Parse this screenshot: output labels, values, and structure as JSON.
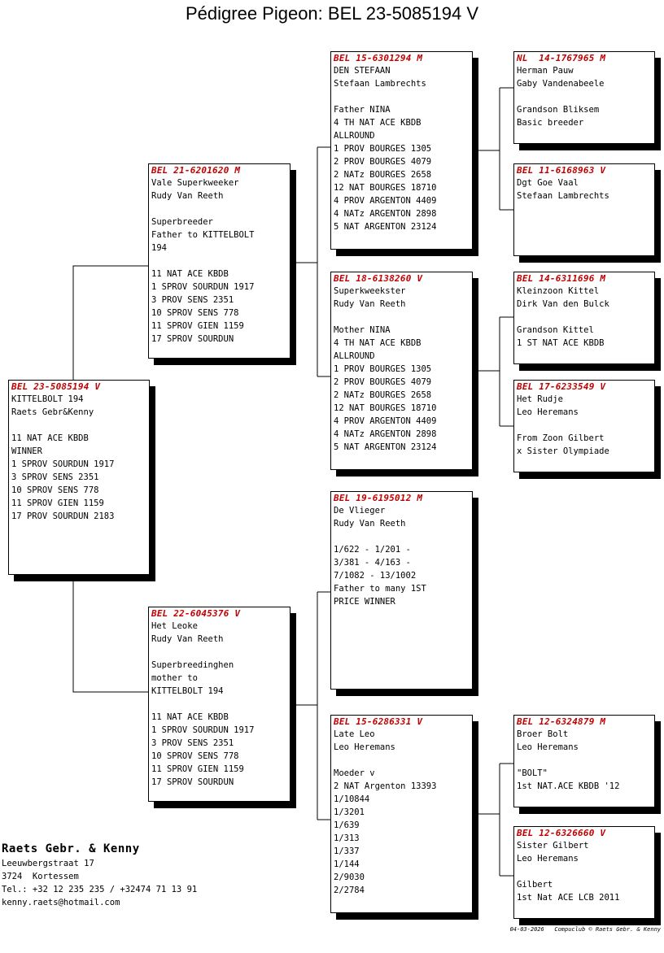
{
  "title": "Pédigree Pigeon: BEL 23-5085194 V",
  "pigeons": {
    "subject": {
      "ring": "BEL 23-5085194 V",
      "lines": [
        "KITTELBOLT 194",
        "Raets Gebr&Kenny",
        "",
        "11 NAT ACE KBDB",
        "WINNER",
        "1 SPROV SOURDUN 1917",
        "3 SPROV SENS 2351",
        "10 SPROV SENS 778",
        "11 SPROV GIEN 1159",
        "17 PROV SOURDUN 2183"
      ]
    },
    "sire": {
      "ring": "BEL 21-6201620 M",
      "lines": [
        "Vale Superkweeker",
        "Rudy Van Reeth",
        "",
        "Superbreeder",
        "Father to KITTELBOLT",
        "194",
        "",
        "11 NAT ACE KBDB",
        "1 SPROV SOURDUN 1917",
        "3 PROV SENS 2351",
        "10 SPROV SENS 778",
        "11 SPROV GIEN 1159",
        "17 SPROV SOURDUN"
      ]
    },
    "dam": {
      "ring": "BEL 22-6045376 V",
      "lines": [
        "Het Leoke",
        "Rudy Van Reeth",
        "",
        "Superbreedinghen",
        "mother to",
        "KITTELBOLT 194",
        "",
        "11 NAT ACE KBDB",
        "1 SPROV SOURDUN 1917",
        "3 PROV SENS 2351",
        "10 SPROV SENS 778",
        "11 SPROV GIEN 1159",
        "17 SPROV SOURDUN"
      ]
    },
    "ss": {
      "ring": "BEL 15-6301294 M",
      "lines": [
        "DEN STEFAAN",
        "Stefaan Lambrechts",
        "",
        "Father NINA",
        "4 TH NAT ACE KBDB",
        "ALLROUND",
        "1 PROV BOURGES 1305",
        "2 PROV BOURGES 4079",
        "2 NATz BOURGES 2658",
        "12 NAT BOURGES 18710",
        "4 PROV ARGENTON 4409",
        "4 NATz ARGENTON 2898",
        "5 NAT ARGENTON 23124"
      ]
    },
    "sd": {
      "ring": "BEL 18-6138260 V",
      "lines": [
        "Superkweekster",
        "Rudy Van Reeth",
        "",
        "Mother NINA",
        "4 TH NAT ACE KBDB",
        "ALLROUND",
        "1 PROV BOURGES 1305",
        "2 PROV BOURGES 4079",
        "2 NATz BOURGES 2658",
        "12 NAT BOURGES 18710",
        "4 PROV ARGENTON 4409",
        "4 NATz ARGENTON 2898",
        "5 NAT ARGENTON 23124"
      ]
    },
    "ds": {
      "ring": "BEL 19-6195012 M",
      "lines": [
        "De Vlieger",
        "Rudy Van Reeth",
        "",
        "1/622 - 1/201 -",
        "3/381 - 4/163 -",
        "7/1082 - 13/1002",
        "Father to many 1ST",
        "PRICE WINNER"
      ]
    },
    "dd": {
      "ring": "BEL 15-6286331 V",
      "lines": [
        "Late Leo",
        "Leo Heremans",
        "",
        "Moeder v",
        "2 NAT Argenton 13393",
        "1/10844",
        "1/3201",
        "1/639",
        "1/313",
        "1/337",
        "1/144",
        "2/9030",
        "2/2784"
      ]
    },
    "sss": {
      "ring": "NL  14-1767965 M",
      "lines": [
        "Herman Pauw",
        "Gaby Vandenabeele",
        "",
        "Grandson Bliksem",
        "Basic breeder"
      ]
    },
    "ssd": {
      "ring": "BEL 11-6168963 V",
      "lines": [
        "Dgt Goe Vaal",
        "Stefaan Lambrechts"
      ]
    },
    "sds": {
      "ring": "BEL 14-6311696 M",
      "lines": [
        "Kleinzoon Kittel",
        "Dirk Van den Bulck",
        "",
        "Grandson Kittel",
        "1 ST NAT ACE KBDB"
      ]
    },
    "sdd": {
      "ring": "BEL 17-6233549 V",
      "lines": [
        "Het Rudje",
        "Leo Heremans",
        "",
        "From Zoon Gilbert",
        "x Sister Olympiade"
      ]
    },
    "dds": {
      "ring": "BEL 12-6324879 M",
      "lines": [
        "Broer Bolt",
        "Leo Heremans",
        "",
        "\"BOLT\"",
        "1st NAT.ACE KBDB '12"
      ]
    },
    "ddd": {
      "ring": "BEL 12-6326660 V",
      "lines": [
        "Sister Gilbert",
        "Leo Heremans",
        "",
        "Gilbert",
        "1st Nat ACE LCB 2011"
      ]
    }
  },
  "owner": {
    "name": "Raets Gebr. & Kenny",
    "lines": [
      "Leeuwbergstraat 17",
      "3724  Kortessem",
      "Tel.: +32 12 235 235 / +32474 71 13 91",
      "kenny.raets@hotmail.com"
    ]
  },
  "footer": "04-03-2026   Compuclub © Raets Gebr. & Kenny"
}
